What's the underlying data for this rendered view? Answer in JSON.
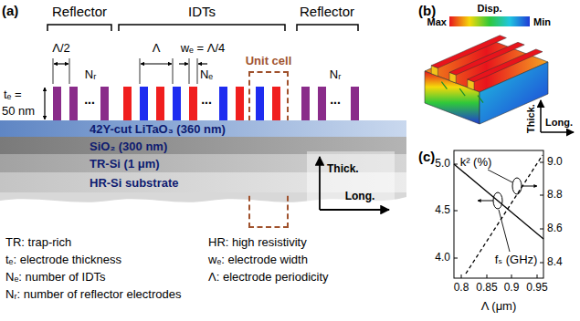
{
  "diagram": {
    "nodes": [
      {
        "text": [
          "Unit cell"
        ]
      },
      {
        "text": [
          "42Y-cut LiTaO₃ (360 nm)"
        ]
      },
      {
        "text": [
          "SiO₂ (300 nm)"
        ]
      },
      {
        "text": [
          "TR-Si (1 μm)"
        ]
      },
      {
        "text": [
          "HR-Si substrate"
        ]
      }
    ],
    "labels": [
      "(a)",
      "Reflector",
      "IDTs",
      "Reflector",
      "Λ/2",
      "Λ",
      "wₑ = Λ/4",
      "tₑ =",
      "50 nm",
      "Nᵣ",
      "...",
      "Nₑ",
      "...",
      "Nᵣ",
      "...",
      "Thick.",
      "Long.",
      "TR: trap-rich",
      "HR: high resistivity",
      "tₑ: electrode thickness",
      "wₑ: electrode width",
      "Nₑ: number of IDTs",
      "Λ: electrode periodicity",
      "Nᵣ: number of reflector electrodes",
      "(b)",
      "Disp.",
      "Max",
      "Min",
      "Thick.",
      "Long.",
      "(c)",
      "k² (%)",
      "fₛ (GHz)",
      "5.0",
      "4.5",
      "4.0",
      "9.0",
      "8.8",
      "8.6",
      "8.4",
      "0.8",
      "0.85",
      "0.9",
      "0.95",
      "Λ (μm)"
    ]
  }
}
